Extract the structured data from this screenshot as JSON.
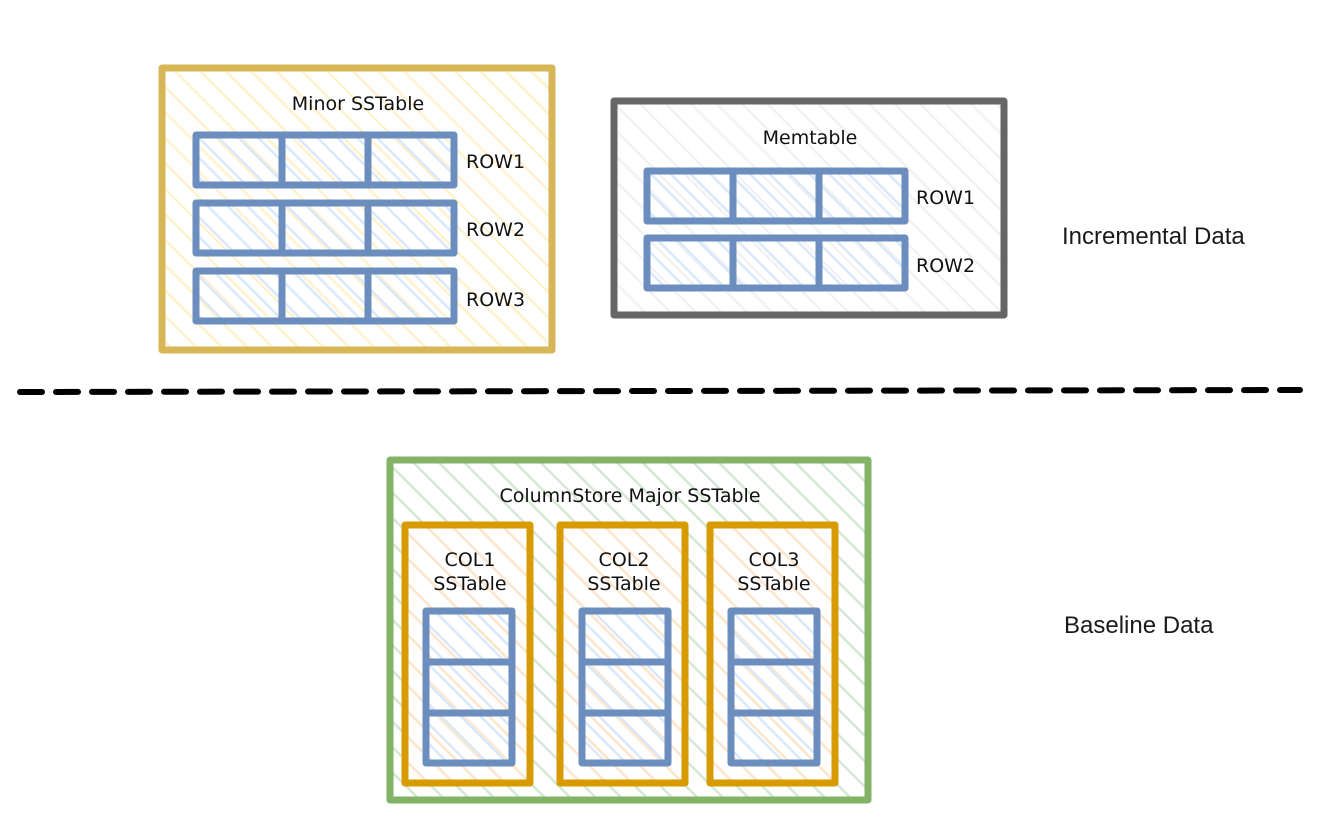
{
  "colors": {
    "minor_border": "#d6b656",
    "minor_hatch": "#fff2cc",
    "memtable_border": "#666666",
    "memtable_hatch": "#f5f5f5",
    "cell_border": "#6c8ebf",
    "cell_hatch": "#dae8fc",
    "major_border": "#82b366",
    "major_hatch": "#d5e8d4",
    "col_border": "#d79b00",
    "col_hatch": "#ffe6cc",
    "divider": "#000000"
  },
  "minor_sstable": {
    "title": "Minor SSTable",
    "rows": [
      "ROW1",
      "ROW2",
      "ROW3"
    ]
  },
  "memtable": {
    "title": "Memtable",
    "rows": [
      "ROW1",
      "ROW2"
    ]
  },
  "incremental_label": "Incremental Data",
  "major_sstable": {
    "title": "ColumnStore Major SSTable",
    "columns": [
      {
        "line1": "COL1",
        "line2": "SSTable"
      },
      {
        "line1": "COL2",
        "line2": "SSTable"
      },
      {
        "line1": "COL3",
        "line2": "SSTable"
      }
    ]
  },
  "baseline_label": "Baseline Data"
}
